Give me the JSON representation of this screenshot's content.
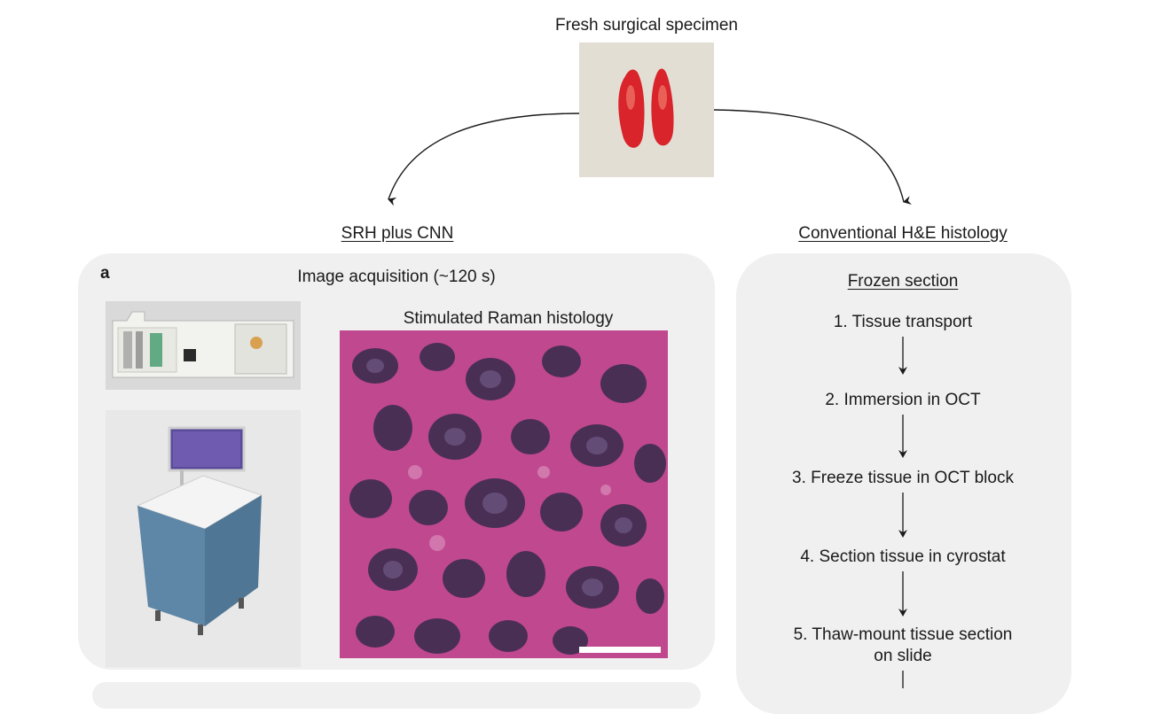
{
  "diagram": {
    "top": {
      "title": "Fresh surgical specimen"
    },
    "branches": {
      "left_title": "SRH plus CNN",
      "right_title": "Conventional H&E histology"
    },
    "panel_a": {
      "label": "a",
      "acquisition_title": "Image acquisition (~120 s)",
      "image_title": "Stimulated Raman histology"
    },
    "frozen_section": {
      "title": "Frozen section",
      "steps": [
        {
          "line1": "1. Tissue transport",
          "line2": ""
        },
        {
          "line1": "2. Immersion in OCT",
          "line2": ""
        },
        {
          "line1": "3. Freeze tissue in OCT block",
          "line2": ""
        },
        {
          "line1": "4. Section tissue in cyrostat",
          "line2": ""
        },
        {
          "line1": "5. Thaw-mount tissue section",
          "line2": "on slide"
        }
      ]
    },
    "colors": {
      "panel_bg": "#f0f0f0",
      "tissue_red": "#d8242a",
      "srh_magenta": "#c0488f",
      "srh_nucleus": "#3a2c4e",
      "machine_blue": "#5e86a6"
    }
  }
}
